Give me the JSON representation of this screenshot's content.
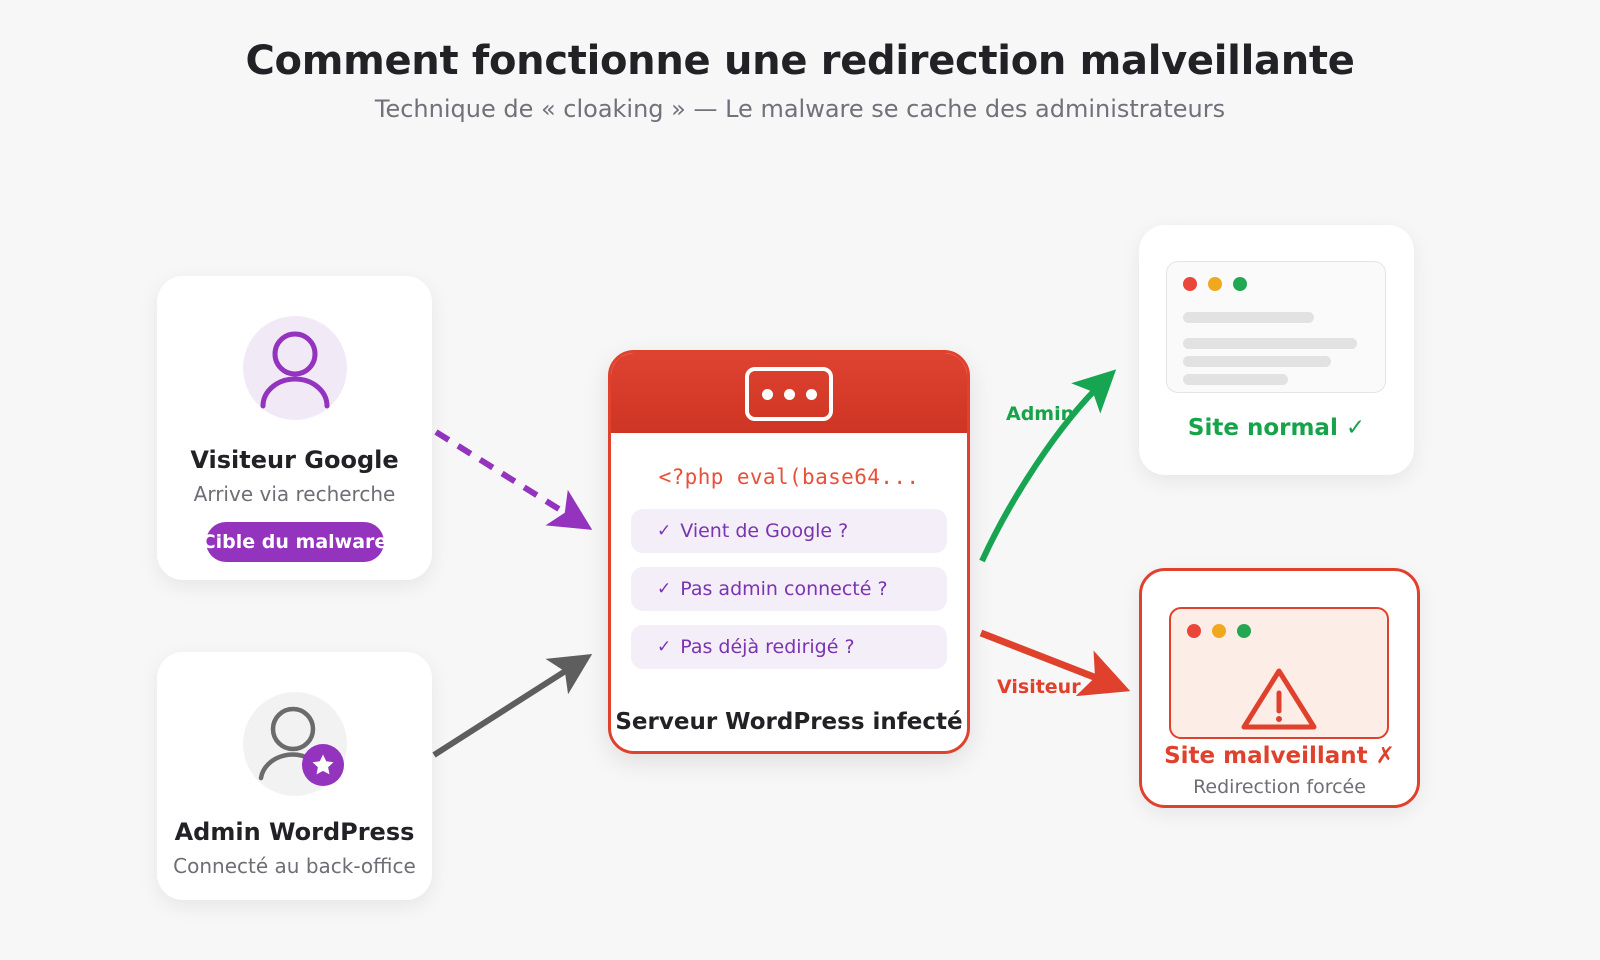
{
  "header": {
    "title": "Comment fonctionne une redirection malveillante",
    "subtitle": "Technique de « cloaking » — Le malware se cache des administrateurs"
  },
  "colors": {
    "background": "#F7F7F7",
    "purple": "#9333BE",
    "purple_text": "#7B33B0",
    "red": "#E0412C",
    "red_code": "#E8503A",
    "green": "#16A34A",
    "green_arrow": "#18A552",
    "gray_arrow": "#5E5E5E",
    "title": "#222226",
    "muted": "#6E6E76"
  },
  "actors": [
    {
      "id": "visitor",
      "icon": "user-avatar-icon",
      "name": "Visiteur Google",
      "subtitle": "Arrive via recherche",
      "badge": "Cible du malware"
    },
    {
      "id": "admin",
      "icon": "user-admin-star-icon",
      "name": "Admin WordPress",
      "subtitle": "Connecté au back-office",
      "badge": null
    }
  ],
  "server": {
    "icon": "server-rack-icon",
    "code": "<?php eval(base64...",
    "conditions": [
      {
        "tick": "✓",
        "text": "Vient de Google ?"
      },
      {
        "tick": "✓",
        "text": "Pas admin connecté ?"
      },
      {
        "tick": "✓",
        "text": "Pas déjà redirigé ?"
      }
    ],
    "label": "Serveur WordPress infecté"
  },
  "outcomes": [
    {
      "id": "normal",
      "window_icon": "browser-window-icon",
      "dots": [
        "red",
        "amber",
        "green"
      ],
      "content": "skeleton-lines",
      "skeleton_widths": [
        60,
        80,
        68,
        48
      ],
      "title": "Site normal ✓",
      "subtitle": null
    },
    {
      "id": "malicious",
      "window_icon": "browser-window-icon",
      "dots": [
        "red",
        "amber",
        "green"
      ],
      "content": "warning-triangle-icon",
      "title": "Site malveillant ✗",
      "subtitle": "Redirection forcée"
    }
  ],
  "arrows": [
    {
      "id": "visitor-to-server",
      "style": "dashed",
      "color": "#9333BE",
      "label": null
    },
    {
      "id": "admin-to-server",
      "style": "solid",
      "color": "#5E5E5E",
      "label": null
    },
    {
      "id": "server-to-normal",
      "style": "curved",
      "color": "#18A552",
      "label": "Admin"
    },
    {
      "id": "server-to-malicious",
      "style": "solid",
      "color": "#E0412C",
      "label": "Visiteur"
    }
  ]
}
